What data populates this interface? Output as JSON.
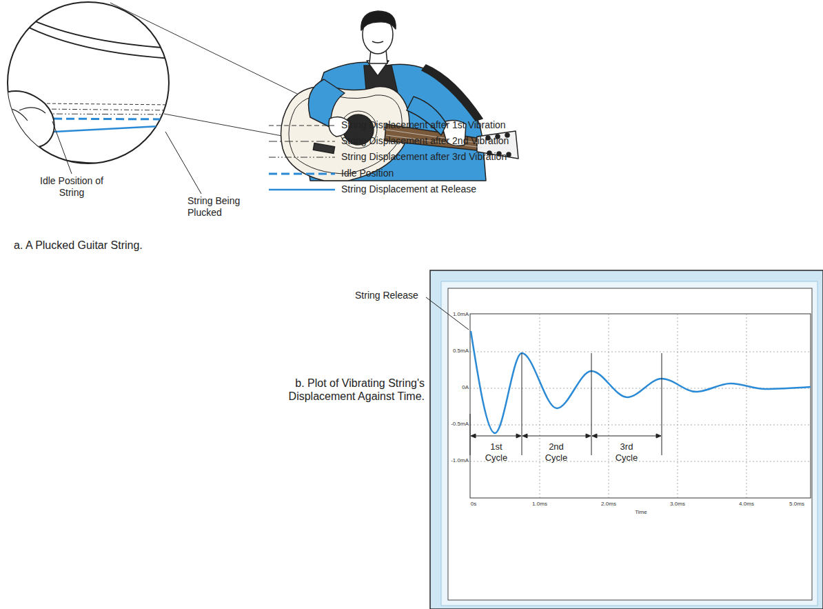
{
  "diagram": {
    "labels": [
      "Idle Position of String",
      "String Being Plucked",
      "a. A Plucked Guitar String.",
      "String Release",
      "b. Plot of Vibrating String's Displacement Against Time.",
      "1st Cycle",
      "2nd Cycle",
      "3rd Cycle",
      "1.0mA",
      "0.5mA",
      "0A",
      "-0.5mA",
      "-1.0mA",
      "0s",
      "1.0ms",
      "2.0ms",
      "3.0ms",
      "4.0ms",
      "5.0ms",
      "Time"
    ],
    "legend": [
      {
        "text": "String Displacement after 1st Vibration"
      },
      {
        "text": "String Displacement after 2nd Vibration"
      },
      {
        "text": "String Displacement after 3rd Vibration"
      },
      {
        "text": "Idle Position"
      },
      {
        "text": "String Displacement at Release"
      }
    ]
  }
}
